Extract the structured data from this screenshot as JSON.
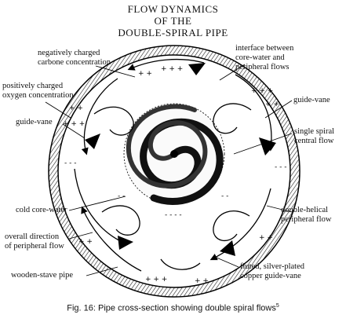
{
  "title": {
    "line1": "FLOW DYNAMICS",
    "line2": "OF THE",
    "line3": "DOUBLE-SPIRAL PIPE"
  },
  "labels": {
    "neg_carbon": [
      "negatively charged",
      "carbone concentration"
    ],
    "interface": [
      "interface between",
      "core-water and",
      "peripheral flows"
    ],
    "pos_oxygen": [
      "positively charged",
      "oxygen concentration"
    ],
    "guide_vane_left": [
      "guide-vane"
    ],
    "guide_vane_right": [
      "guide-vane"
    ],
    "single_spiral": [
      "single spiral",
      "central flow"
    ],
    "cold_core": [
      "cold core-water"
    ],
    "double_helical": [
      "double-helical",
      "peripheral flow"
    ],
    "overall_direction": [
      "overall direction",
      "of peripheral flow"
    ],
    "wooden_stave": [
      "wooden-stave pipe"
    ],
    "fluted": [
      "fluted, silver-plated",
      "copper guide-vane"
    ]
  },
  "caption": {
    "text": "Fig. 16: Pipe cross-section showing double spiral flows",
    "sup": "5"
  }
}
